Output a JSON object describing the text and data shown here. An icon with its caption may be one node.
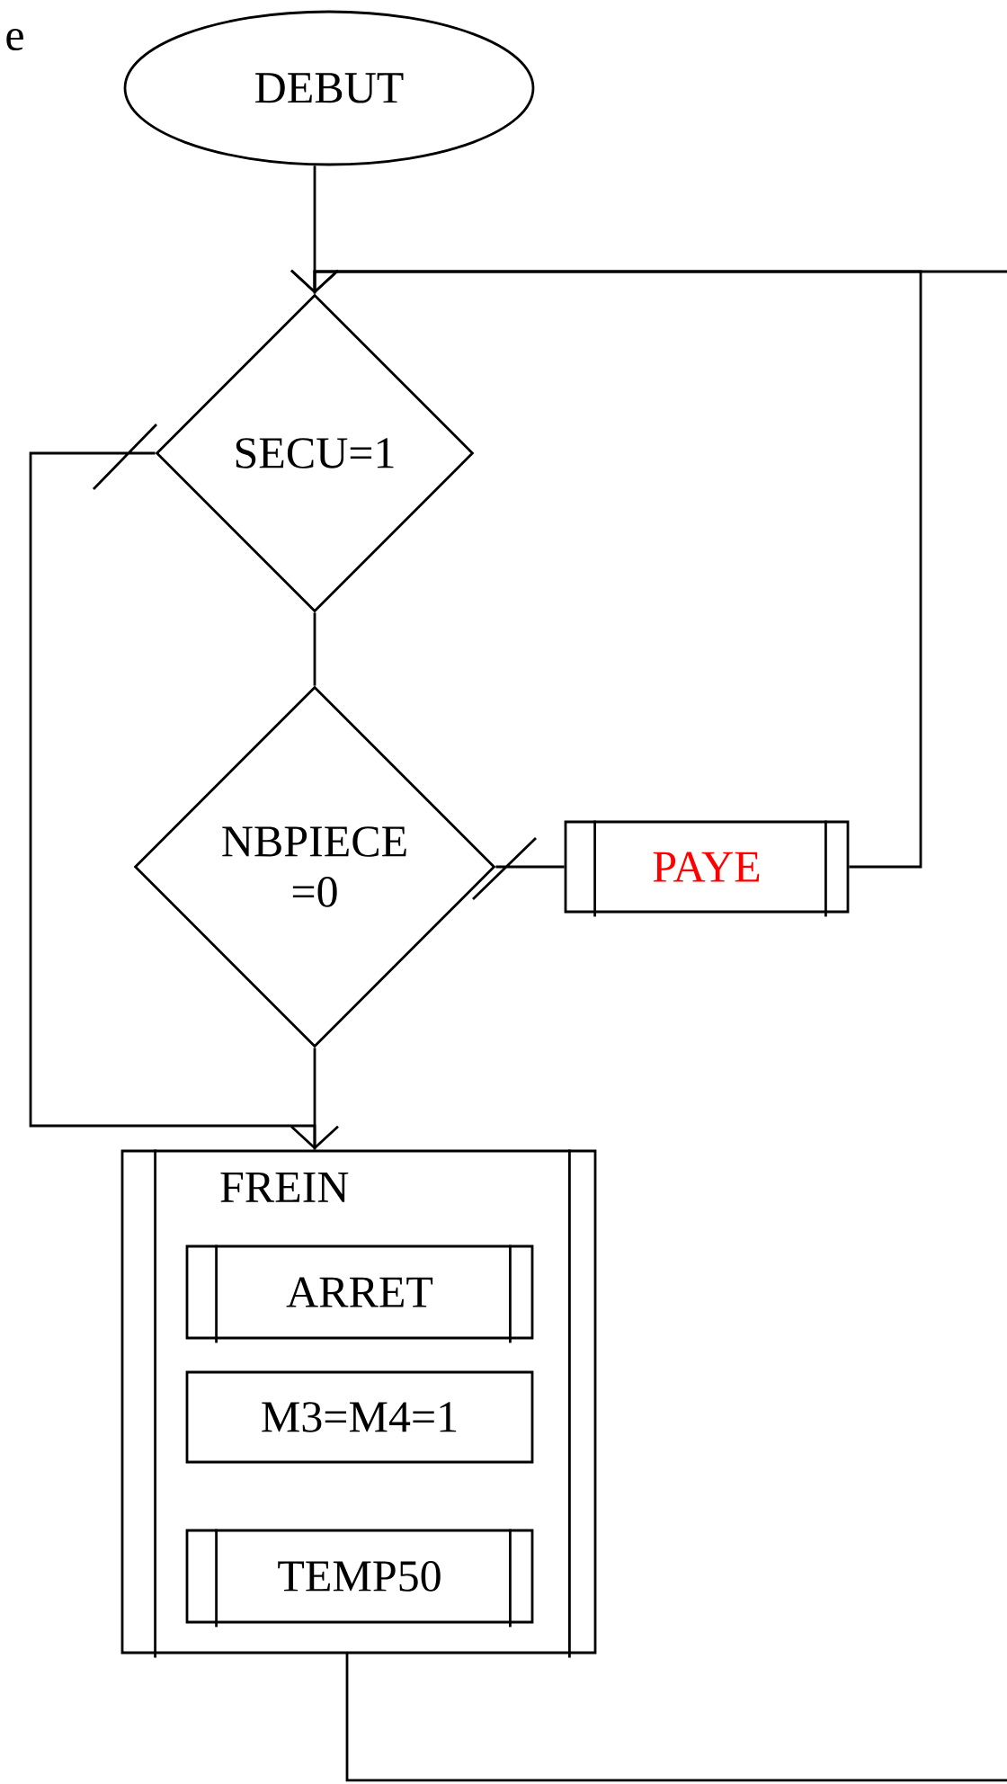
{
  "diagram": {
    "nodes": [
      {
        "text": [
          "DEBUT"
        ]
      },
      {
        "text": [
          "SECU=1"
        ]
      },
      {
        "text": [
          "NBPIECE =0"
        ]
      },
      {
        "text": [
          "PAYE"
        ]
      },
      {
        "text": [
          "FREIN"
        ]
      },
      {
        "text": [
          "ARRET"
        ],
        "in": 4
      },
      {
        "text": [
          "M3=M4=1"
        ],
        "in": 4
      },
      {
        "text": [
          "TEMP50"
        ],
        "in": 4
      }
    ],
    "edges": [
      {
        "from": 0,
        "to": 1,
        "arrow": "none"
      },
      {
        "from": 1,
        "to": 2,
        "arrow": "none"
      },
      {
        "from": 1,
        "to": 4,
        "arrow": "to"
      },
      {
        "from": 2,
        "to": 4,
        "arrow": "none"
      },
      {
        "from": 2,
        "to": 3,
        "arrow": "none"
      },
      {
        "from": 3,
        "to": 1,
        "arrow": "to"
      },
      {
        "from": 4,
        "to": 1,
        "arrow": "to"
      }
    ],
    "labels": [
      "e"
    ]
  }
}
